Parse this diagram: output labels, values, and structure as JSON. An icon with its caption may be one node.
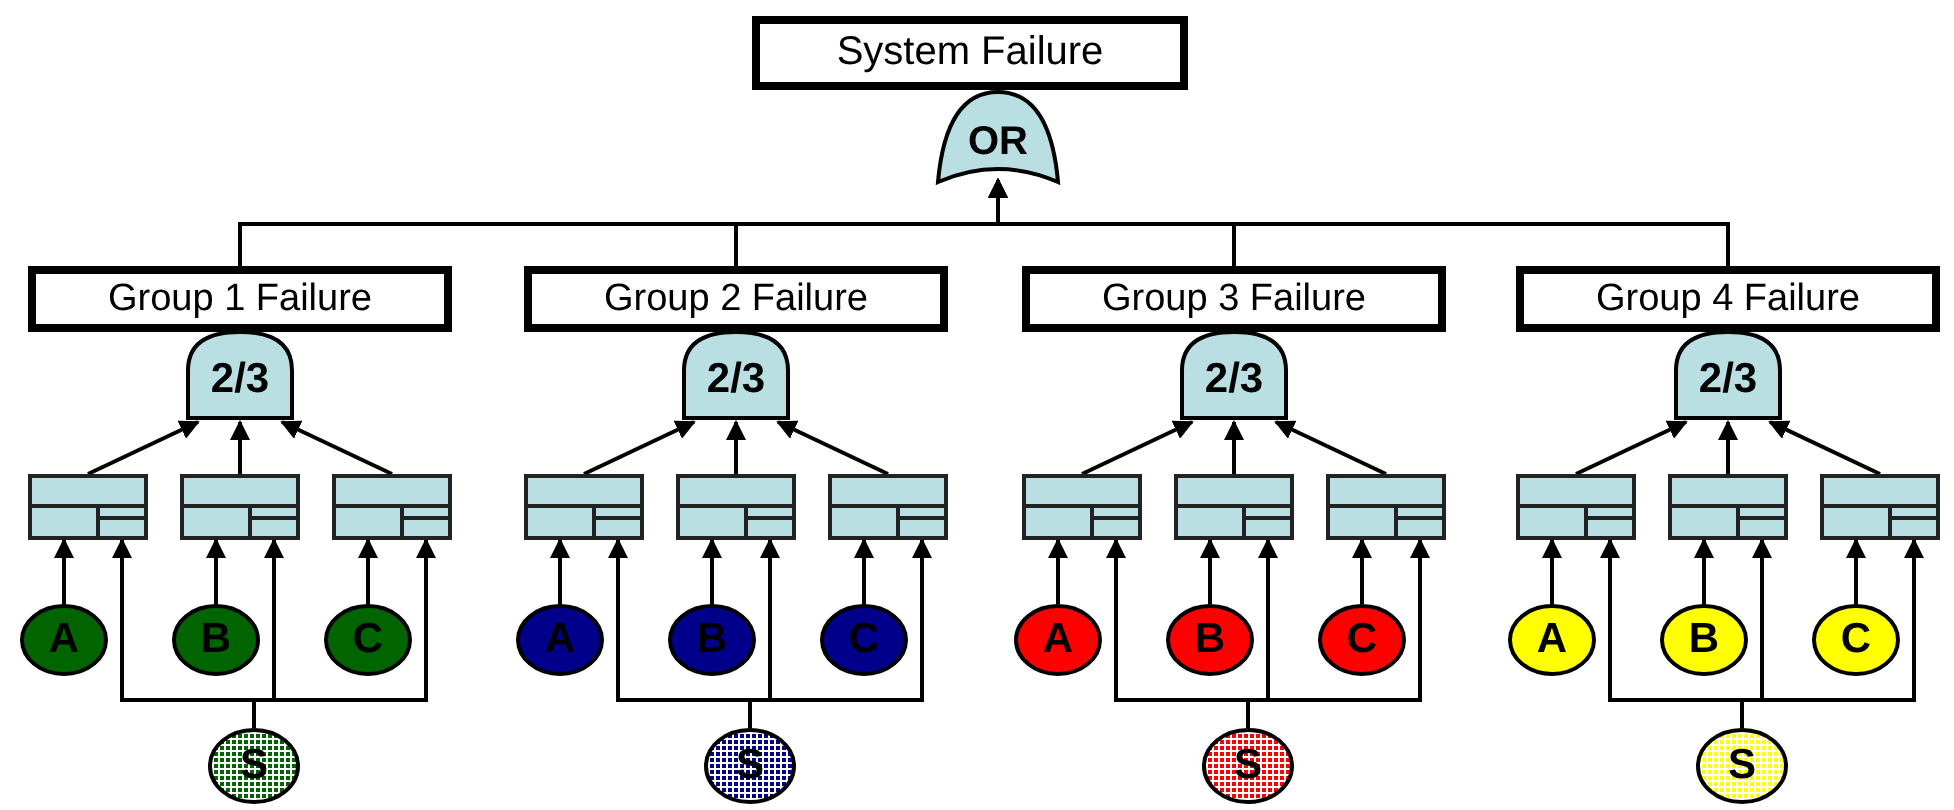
{
  "diagram": {
    "nodes": [
      {
        "text": [
          "System Failure"
        ]
      },
      {
        "text": [
          "OR"
        ]
      },
      {
        "text": [
          "Group 1 Failure"
        ]
      },
      {
        "text": [
          "2/3"
        ]
      },
      {
        "text": [],
        "shape": "box"
      },
      {
        "text": [],
        "shape": "box"
      },
      {
        "text": [],
        "shape": "box"
      },
      {
        "text": [
          "A"
        ]
      },
      {
        "text": [
          "B"
        ]
      },
      {
        "text": [
          "C"
        ]
      },
      {
        "text": [
          "S"
        ]
      },
      {
        "text": [
          "Group 2 Failure"
        ]
      },
      {
        "text": [
          "2/3"
        ]
      },
      {
        "text": [],
        "shape": "box"
      },
      {
        "text": [],
        "shape": "box"
      },
      {
        "text": [],
        "shape": "box"
      },
      {
        "text": [
          "A"
        ]
      },
      {
        "text": [
          "B"
        ]
      },
      {
        "text": [
          "C"
        ]
      },
      {
        "text": [
          "S"
        ]
      },
      {
        "text": [
          "Group 3 Failure"
        ]
      },
      {
        "text": [
          "2/3"
        ]
      },
      {
        "text": [],
        "shape": "box"
      },
      {
        "text": [],
        "shape": "box"
      },
      {
        "text": [],
        "shape": "box"
      },
      {
        "text": [
          "A"
        ]
      },
      {
        "text": [
          "B"
        ]
      },
      {
        "text": [
          "C"
        ]
      },
      {
        "text": [
          "S"
        ]
      },
      {
        "text": [
          "Group 4 Failure"
        ]
      },
      {
        "text": [
          "2/3"
        ]
      },
      {
        "text": [],
        "shape": "box"
      },
      {
        "text": [],
        "shape": "box"
      },
      {
        "text": [],
        "shape": "box"
      },
      {
        "text": [
          "A"
        ]
      },
      {
        "text": [
          "B"
        ]
      },
      {
        "text": [
          "C"
        ]
      },
      {
        "text": [
          "S"
        ]
      }
    ],
    "edges": [
      {
        "from": 2,
        "to": 1,
        "arrow": "to"
      },
      {
        "from": 4,
        "to": 3,
        "arrow": "to"
      },
      {
        "from": 5,
        "to": 3,
        "arrow": "to"
      },
      {
        "from": 6,
        "to": 3,
        "arrow": "to"
      },
      {
        "from": 7,
        "to": 4,
        "arrow": "to"
      },
      {
        "from": 10,
        "to": 4,
        "arrow": "to"
      },
      {
        "from": 8,
        "to": 5,
        "arrow": "to"
      },
      {
        "from": 10,
        "to": 5,
        "arrow": "to"
      },
      {
        "from": 9,
        "to": 6,
        "arrow": "to"
      },
      {
        "from": 10,
        "to": 6,
        "arrow": "to"
      },
      {
        "from": 11,
        "to": 1,
        "arrow": "to"
      },
      {
        "from": 13,
        "to": 12,
        "arrow": "to"
      },
      {
        "from": 14,
        "to": 12,
        "arrow": "to"
      },
      {
        "from": 15,
        "to": 12,
        "arrow": "to"
      },
      {
        "from": 16,
        "to": 13,
        "arrow": "to"
      },
      {
        "from": 19,
        "to": 13,
        "arrow": "to"
      },
      {
        "from": 17,
        "to": 14,
        "arrow": "to"
      },
      {
        "from": 19,
        "to": 14,
        "arrow": "to"
      },
      {
        "from": 18,
        "to": 15,
        "arrow": "to"
      },
      {
        "from": 19,
        "to": 15,
        "arrow": "to"
      },
      {
        "from": 20,
        "to": 1,
        "arrow": "to"
      },
      {
        "from": 22,
        "to": 21,
        "arrow": "to"
      },
      {
        "from": 23,
        "to": 21,
        "arrow": "to"
      },
      {
        "from": 24,
        "to": 21,
        "arrow": "to"
      },
      {
        "from": 25,
        "to": 22,
        "arrow": "to"
      },
      {
        "from": 28,
        "to": 22,
        "arrow": "to"
      },
      {
        "from": 26,
        "to": 23,
        "arrow": "to"
      },
      {
        "from": 28,
        "to": 23,
        "arrow": "to"
      },
      {
        "from": 27,
        "to": 24,
        "arrow": "to"
      },
      {
        "from": 28,
        "to": 24,
        "arrow": "to"
      },
      {
        "from": 29,
        "to": 1,
        "arrow": "to"
      },
      {
        "from": 31,
        "to": 30,
        "arrow": "to"
      },
      {
        "from": 32,
        "to": 30,
        "arrow": "to"
      },
      {
        "from": 33,
        "to": 30,
        "arrow": "to"
      },
      {
        "from": 34,
        "to": 31,
        "arrow": "to"
      },
      {
        "from": 37,
        "to": 31,
        "arrow": "to"
      },
      {
        "from": 35,
        "to": 32,
        "arrow": "to"
      },
      {
        "from": 37,
        "to": 32,
        "arrow": "to"
      },
      {
        "from": 36,
        "to": 33,
        "arrow": "to"
      },
      {
        "from": 37,
        "to": 33,
        "arrow": "to"
      }
    ]
  }
}
